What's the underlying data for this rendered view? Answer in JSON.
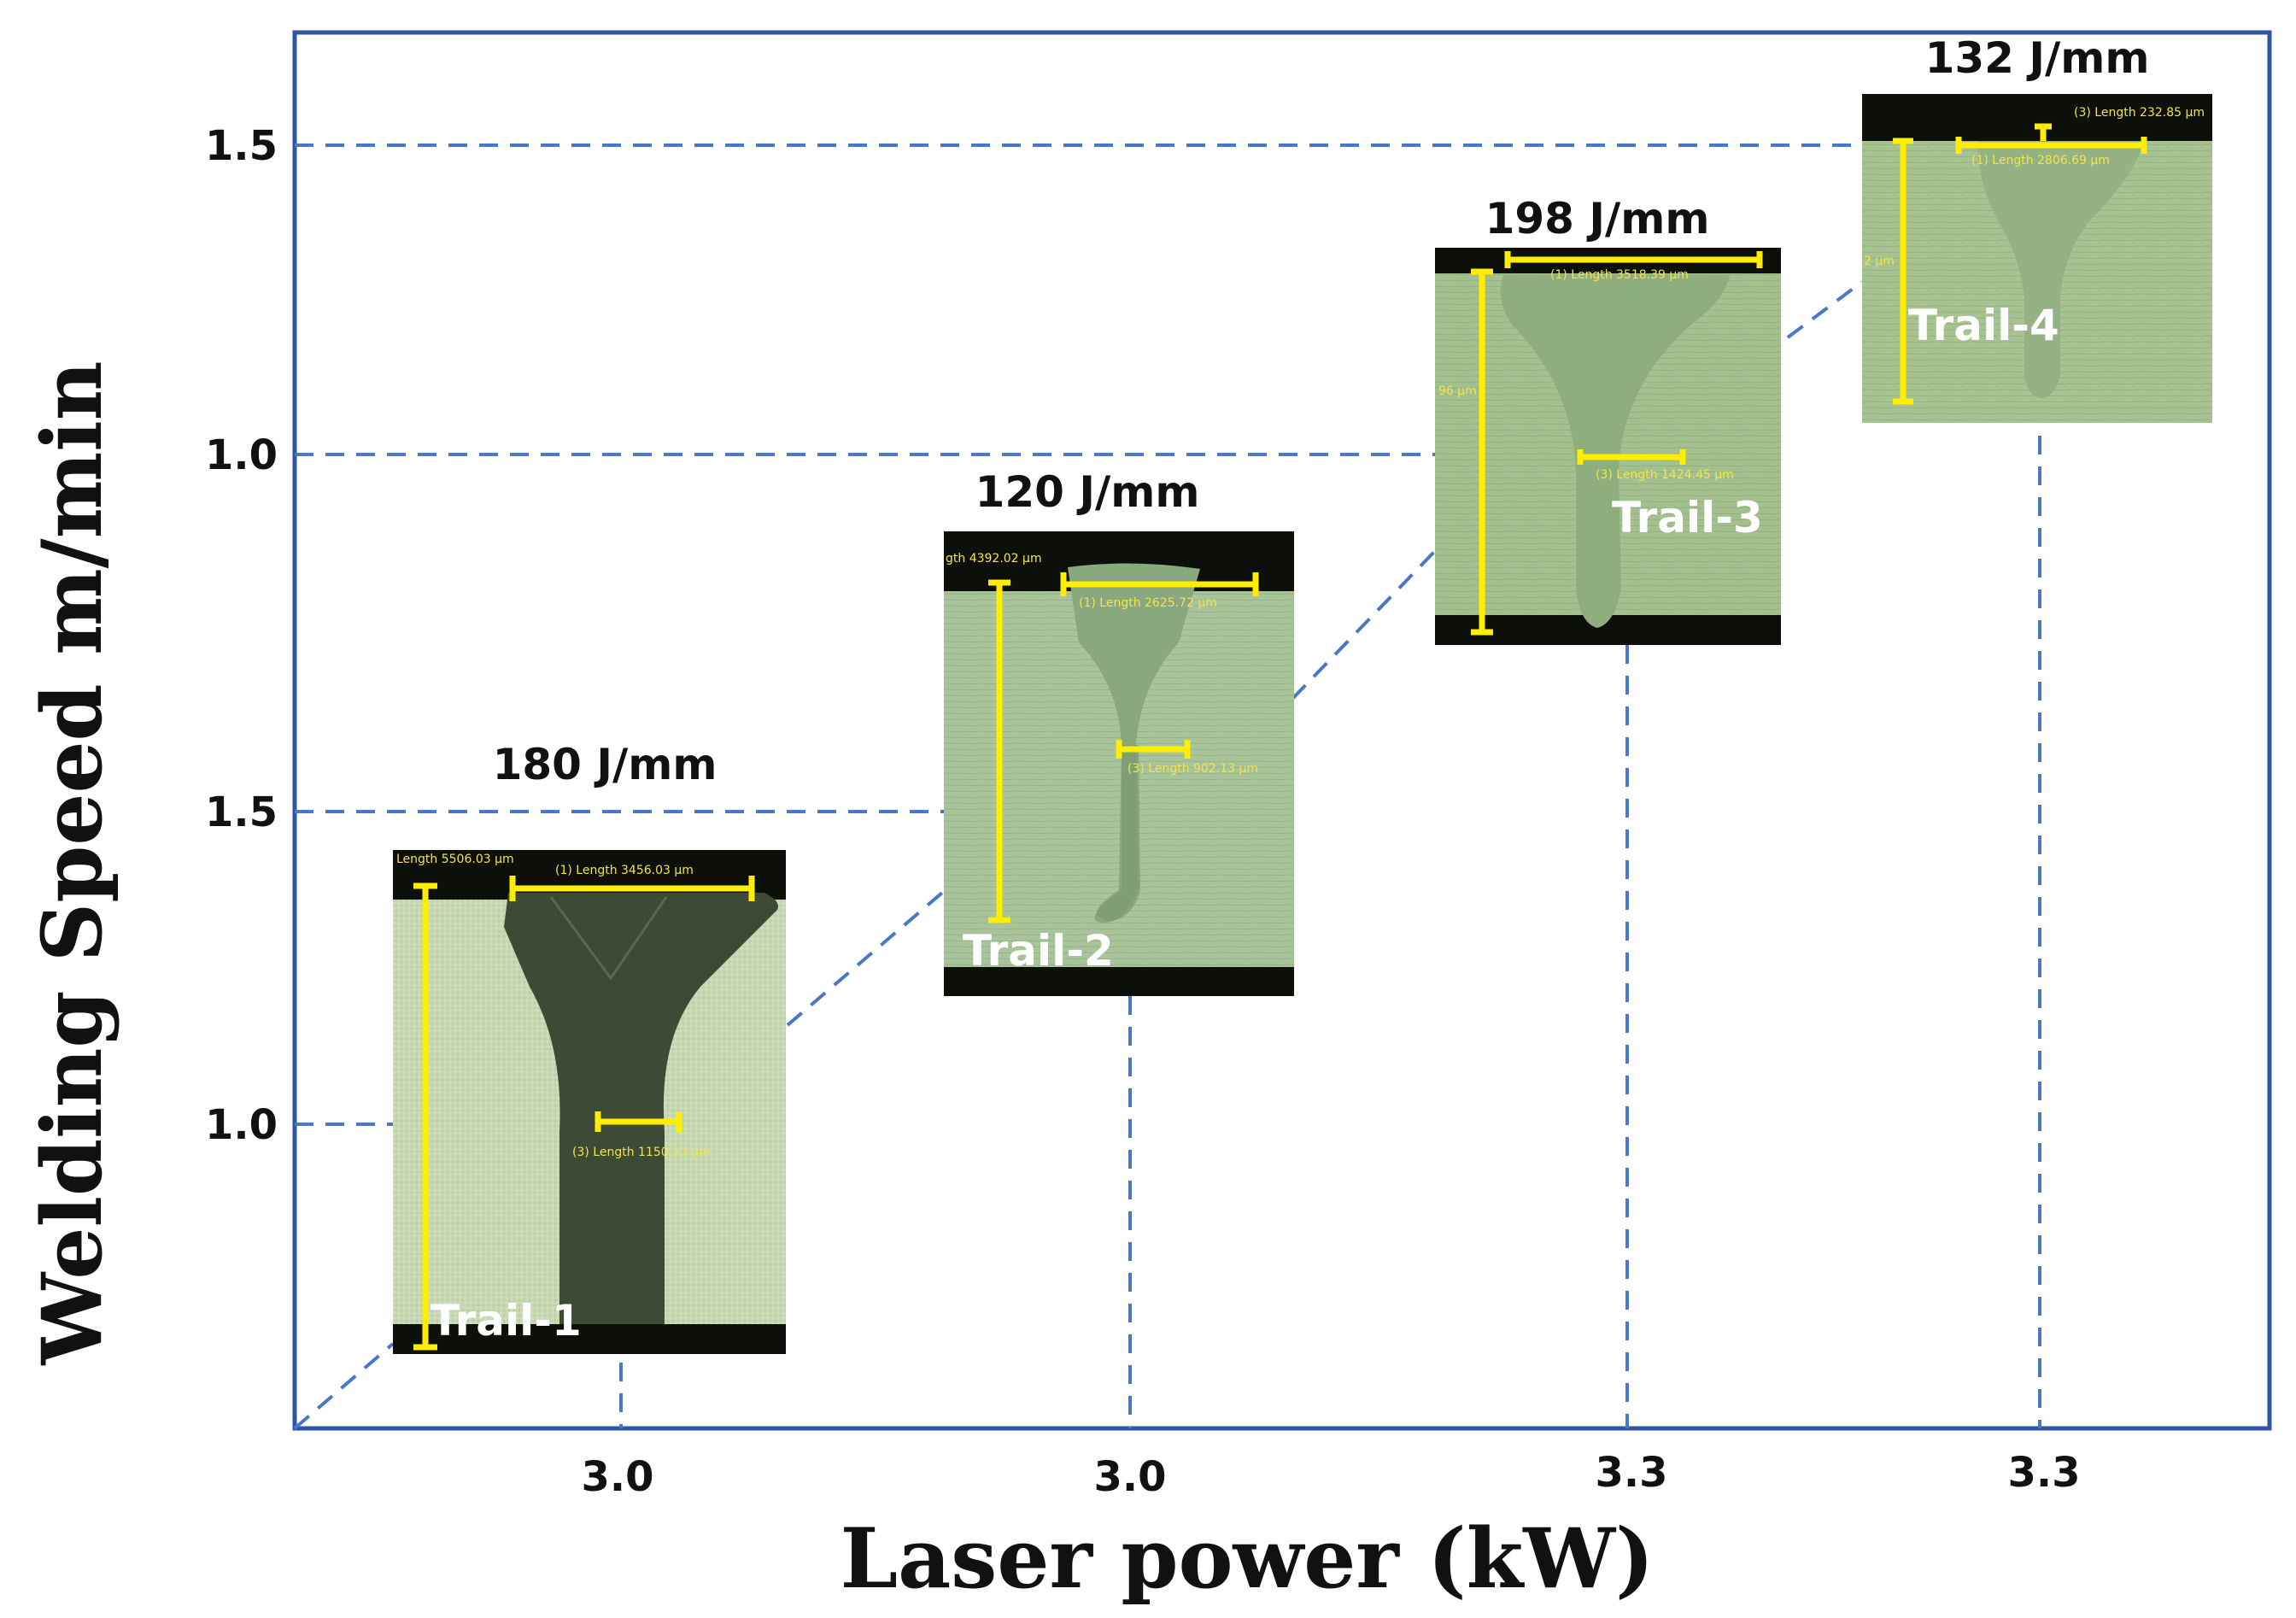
{
  "chart_data": {
    "type": "scatter",
    "xlabel": "Laser power (kW)",
    "ylabel": "Welding Speed m/min",
    "x_tick_labels": [
      "3.0",
      "3.0",
      "3.3",
      "3.3"
    ],
    "y_tick_labels": [
      "1.0",
      "1.5",
      "1.0",
      "1.5"
    ],
    "grid": false,
    "points": [
      {
        "trail": "Trail-1",
        "laser_power_kW": "3.0",
        "welding_speed_m_min": "1.0",
        "energy": "180 J/mm",
        "measurements": [
          "Length 5506.03 µm",
          "(1) Length 3456.03 µm",
          "(3) Length 1150.53 µm"
        ]
      },
      {
        "trail": "Trail-2",
        "laser_power_kW": "3.0",
        "welding_speed_m_min": "1.5",
        "energy": "120 J/mm",
        "measurements": [
          "gth 4392.02 µm",
          "(1) Length 2625.72 µm",
          "(3) Length 902.13 µm"
        ]
      },
      {
        "trail": "Trail-3",
        "laser_power_kW": "3.3",
        "welding_speed_m_min": "1.0",
        "energy": "198 J/mm",
        "measurements": [
          "(1) Length 3518.39 µm",
          "(3) Length 1424.45 µm",
          "96 µm"
        ]
      },
      {
        "trail": "Trail-4",
        "laser_power_kW": "3.3",
        "welding_speed_m_min": "1.5",
        "energy": "132 J/mm",
        "measurements": [
          "(3) Length 232.85 µm",
          "(1) Length 2806.69 µm",
          "2 µm"
        ]
      }
    ]
  },
  "colors": {
    "frame": "#2f56a6",
    "guide": "#4a78c9",
    "measurement": "#ffee00",
    "micrograph_base": "#a9c696",
    "weld_bead": "#4f6a45"
  }
}
